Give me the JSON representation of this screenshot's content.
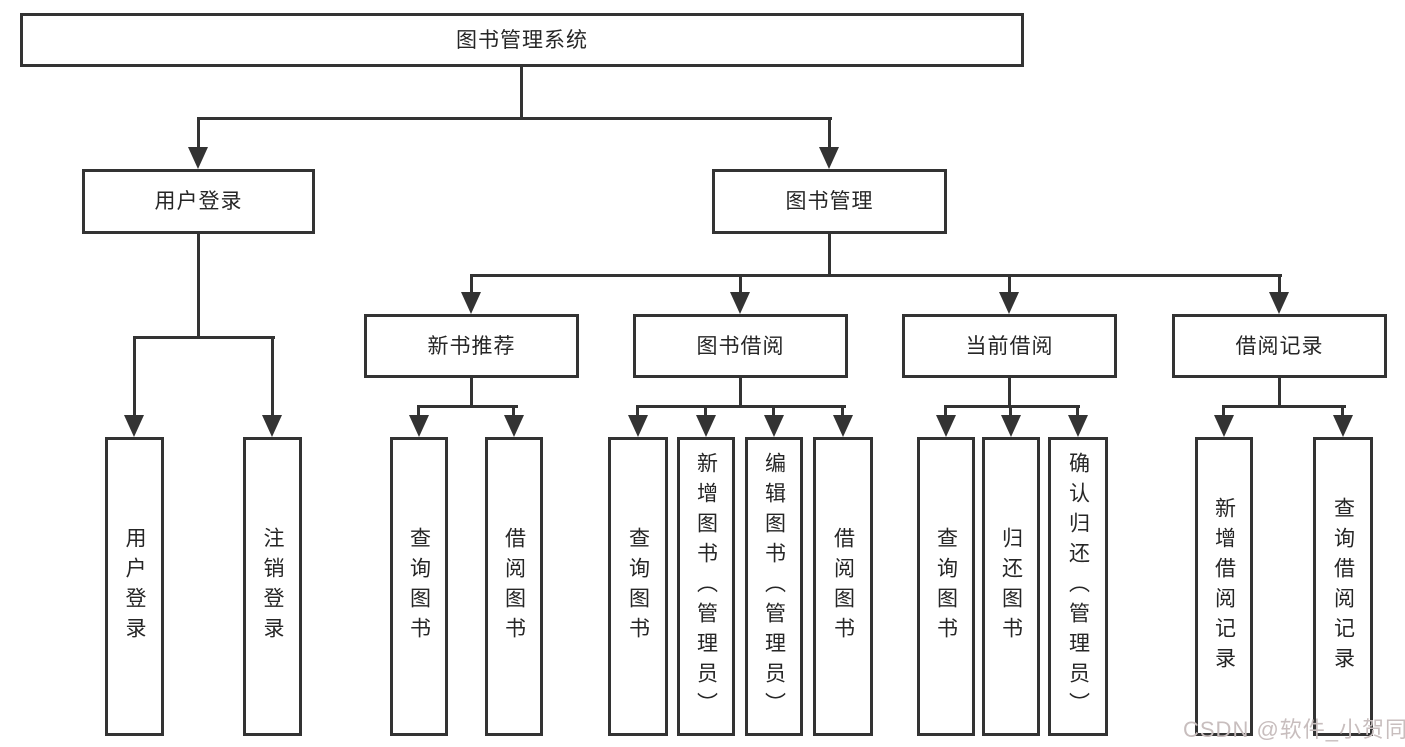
{
  "tree": {
    "root": {
      "label": "图书管理系统",
      "children": [
        {
          "label": "用户登录",
          "children": [
            {
              "label": "用户登录"
            },
            {
              "label": "注销登录"
            }
          ]
        },
        {
          "label": "图书管理",
          "children": [
            {
              "label": "新书推荐",
              "children": [
                {
                  "label": "查询图书"
                },
                {
                  "label": "借阅图书"
                }
              ]
            },
            {
              "label": "图书借阅",
              "children": [
                {
                  "label": "查询图书"
                },
                {
                  "label": "新增图书（管理员）"
                },
                {
                  "label": "编辑图书（管理员）"
                },
                {
                  "label": "借阅图书"
                }
              ]
            },
            {
              "label": "当前借阅",
              "children": [
                {
                  "label": "查询图书"
                },
                {
                  "label": "归还图书"
                },
                {
                  "label": "确认归还（管理员）"
                }
              ]
            },
            {
              "label": "借阅记录",
              "children": [
                {
                  "label": "新增借阅记录"
                },
                {
                  "label": "查询借阅记录"
                }
              ]
            }
          ]
        }
      ]
    }
  },
  "watermark": "CSDN @软件_小贺同学",
  "colors": {
    "line": "#333333",
    "text": "#262626",
    "background": "#ffffff",
    "watermark": "#c8bebe"
  }
}
